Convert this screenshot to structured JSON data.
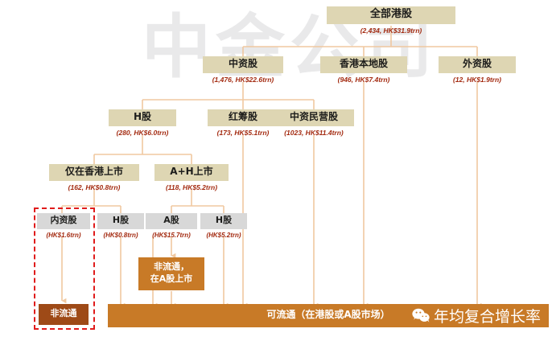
{
  "watermarks": {
    "brand": "中金公司",
    "wechat_label": "年均复合增长率",
    "wechat_icon": "wechat-icon"
  },
  "chart_data": {
    "type": "diagram",
    "title": "全部港股",
    "nodes": [
      {
        "id": "all_hk",
        "label": "全部港股",
        "sub": "(2,434, HK$31.9trn)"
      },
      {
        "id": "china_stocks",
        "label": "中资股",
        "sub": "(1,476, HK$22.6trn)"
      },
      {
        "id": "hk_local",
        "label": "香港本地股",
        "sub": "(946, HK$7.4trn)"
      },
      {
        "id": "foreign",
        "label": "外资股",
        "sub": "(12, HK$1.9trn)"
      },
      {
        "id": "h_shares",
        "label": "H股",
        "sub": "(280, HK$6.0trn)"
      },
      {
        "id": "red_chips",
        "label": "红筹股",
        "sub": "(173, HK$5.1trn)"
      },
      {
        "id": "private",
        "label": "中资民营股",
        "sub": "(1023, HK$11.4trn)"
      },
      {
        "id": "hk_only",
        "label": "仅在香港上市",
        "sub": "(162, HK$0.8trn)"
      },
      {
        "id": "a_plus_h",
        "label": "A+H上市",
        "sub": "(118, HK$5.2trn)"
      },
      {
        "id": "domestic",
        "label": "内资股",
        "sub": "(HK$1.6trn)"
      },
      {
        "id": "h_only",
        "label": "H股",
        "sub": "(HK$0.8trn)"
      },
      {
        "id": "a_share",
        "label": "A股",
        "sub": "(HK$15.7trn)"
      },
      {
        "id": "h_of_ah",
        "label": "H股",
        "sub": "(HK$5.2trn)"
      },
      {
        "id": "non_circ_a",
        "label": "非流通，\n在A股上市",
        "sub": ""
      },
      {
        "id": "non_circ",
        "label": "非流通",
        "sub": ""
      },
      {
        "id": "circulating",
        "label": "可流通（在港股或A股市场）",
        "sub": ""
      }
    ],
    "colors": {
      "tan_box": "#ded6b3",
      "gray_box": "#d8d8d8",
      "orange_box": "#c87a27",
      "brown_box": "#9e4a17",
      "link_line": "#f0c8a0",
      "sub_text": "#a32a10",
      "highlight_dashed": "#e01b1b"
    }
  },
  "nodes": {
    "all_hk": {
      "label": "全部港股",
      "sub": "(2,434, HK$31.9trn)"
    },
    "china_stocks": {
      "label": "中资股",
      "sub": "(1,476, HK$22.6trn)"
    },
    "hk_local": {
      "label": "香港本地股",
      "sub": "(946, HK$7.4trn)"
    },
    "foreign": {
      "label": "外资股",
      "sub": "(12, HK$1.9trn)"
    },
    "h_shares": {
      "label": "H股",
      "sub": "(280, HK$6.0trn)"
    },
    "red_chips": {
      "label": "红筹股",
      "sub": "(173, HK$5.1trn)"
    },
    "private": {
      "label": "中资民营股",
      "sub": "(1023, HK$11.4trn)"
    },
    "hk_only": {
      "label": "仅在香港上市",
      "sub": "(162, HK$0.8trn)"
    },
    "a_plus_h": {
      "label": "A+H上市",
      "sub": "(118, HK$5.2trn)"
    },
    "domestic": {
      "label": "内资股",
      "sub": "(HK$1.6trn)"
    },
    "h_only": {
      "label": "H股",
      "sub": "(HK$0.8trn)"
    },
    "a_share": {
      "label": "A股",
      "sub": "(HK$15.7trn)"
    },
    "h_of_ah": {
      "label": "H股",
      "sub": "(HK$5.2trn)"
    },
    "non_circ_a_l1": {
      "label": "非流通，"
    },
    "non_circ_a_l2": {
      "label": "在A股上市"
    },
    "non_circ": {
      "label": "非流通"
    },
    "circulating": {
      "label": "可流通（在港股或A股市场）"
    }
  }
}
